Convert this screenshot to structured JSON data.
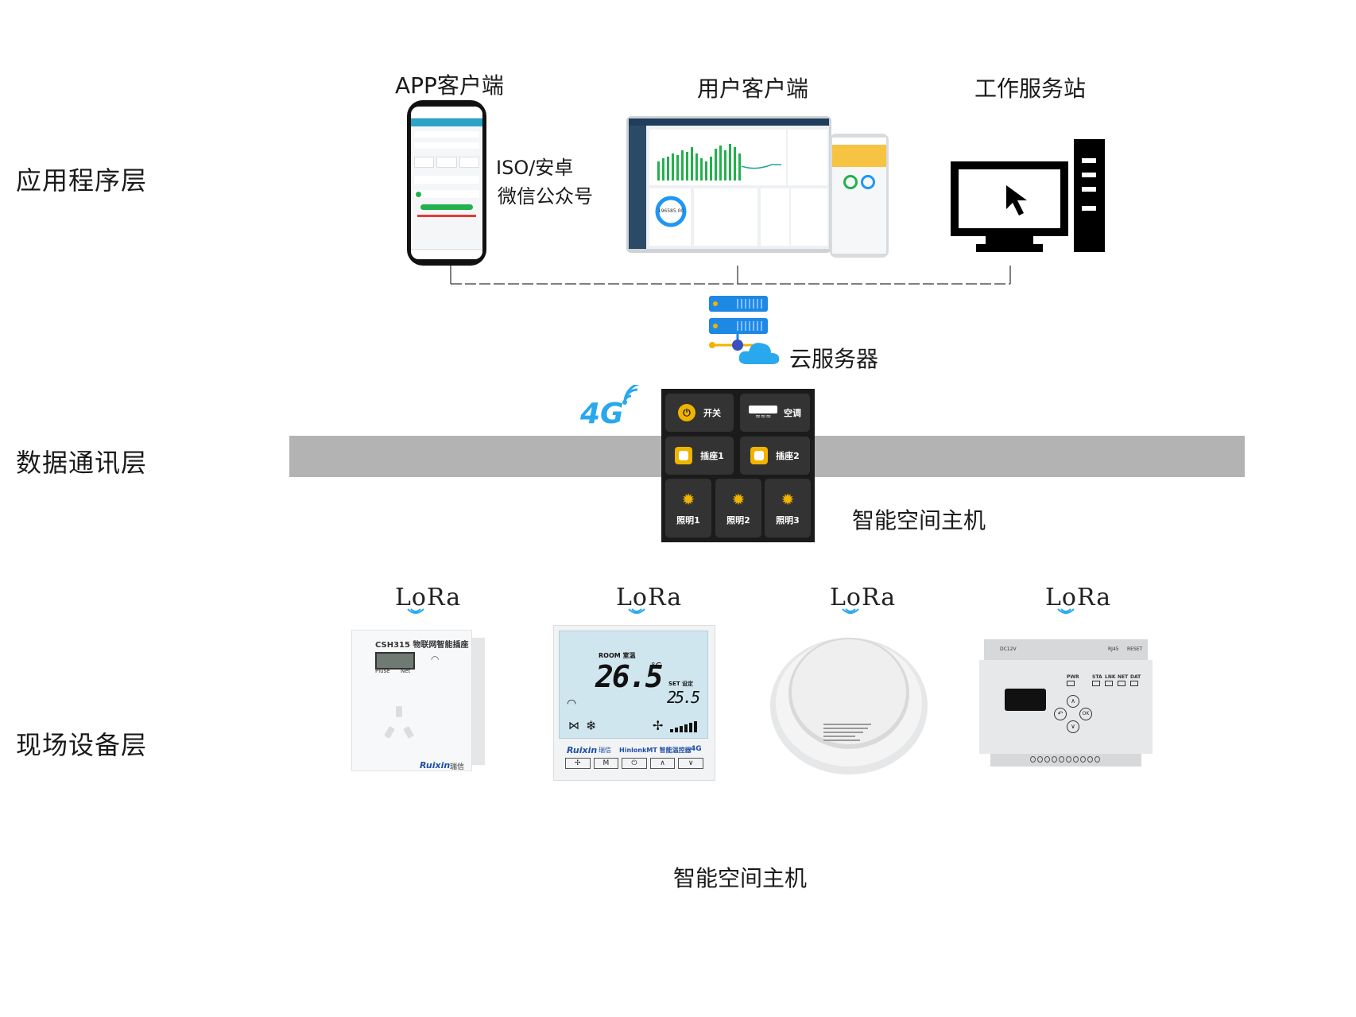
{
  "layers": {
    "app": "应用程序层",
    "comm": "数据通讯层",
    "field": "现场设备层"
  },
  "clients": {
    "app": "APP客户端",
    "user": "用户客户端",
    "workstation": "工作服务站",
    "platform_note_1": "ISO/安卓",
    "platform_note_2": "微信公众号"
  },
  "cloud_label": "云服务器",
  "network_label": "4G",
  "host": {
    "caption": "智能空间主机",
    "tiles": {
      "power": "开关",
      "ac": "空调",
      "socket1": "插座1",
      "socket2": "插座2",
      "light1": "照明1",
      "light2": "照明2",
      "light3": "照明3"
    }
  },
  "lora_label": "LoRa",
  "devices": {
    "socket": {
      "model": "CSH315 物联网智能插座",
      "pulse": "Pluse",
      "net": "Net",
      "brand": "Ruixin",
      "brand_cn": "瑞信"
    },
    "thermostat": {
      "room": "ROOM 室温",
      "room_temp": "26.5",
      "set": "SET 设定",
      "set_temp": "25.5",
      "unit": "°C",
      "brand": "Ruixin",
      "brand_cn": "瑞信",
      "model": "HinlonkMT 智能温控器",
      "net": "4G",
      "btn_m": "M"
    },
    "gateway": {
      "dc": "DC12V",
      "rj45": "RJ45",
      "reset": "RESET",
      "pwr": "PWR",
      "sta": "STA",
      "lnk": "LNK",
      "net": "NET",
      "dat": "DAT",
      "ok": "OK"
    }
  },
  "bottom_caption": "智能空间主机",
  "dashboard": {
    "ring_value": "196585.00"
  },
  "colors": {
    "band": "#b3b3b3",
    "accent_green": "#22b14c",
    "accent_blue": "#1e88e5",
    "host_bg": "#1b1b1b",
    "tile_bg": "#333333",
    "amber": "#f0b400"
  }
}
